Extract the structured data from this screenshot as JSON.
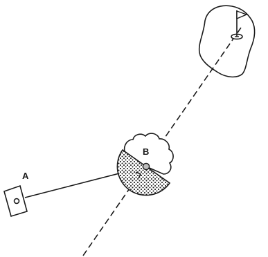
{
  "labels": {
    "point_a": "A",
    "point_b": "B"
  },
  "objects": {
    "green": "putting-green",
    "flag": "pin-flag",
    "cup": "cup",
    "bunker": "sand-bunker",
    "shrub": "shrub",
    "tee_marker": "tee-marker"
  },
  "colors": {
    "ink": "#1a1a1a",
    "background": "#ffffff",
    "sand_dots": "#1a1a1a",
    "ball_fill": "#bdbdbd"
  }
}
